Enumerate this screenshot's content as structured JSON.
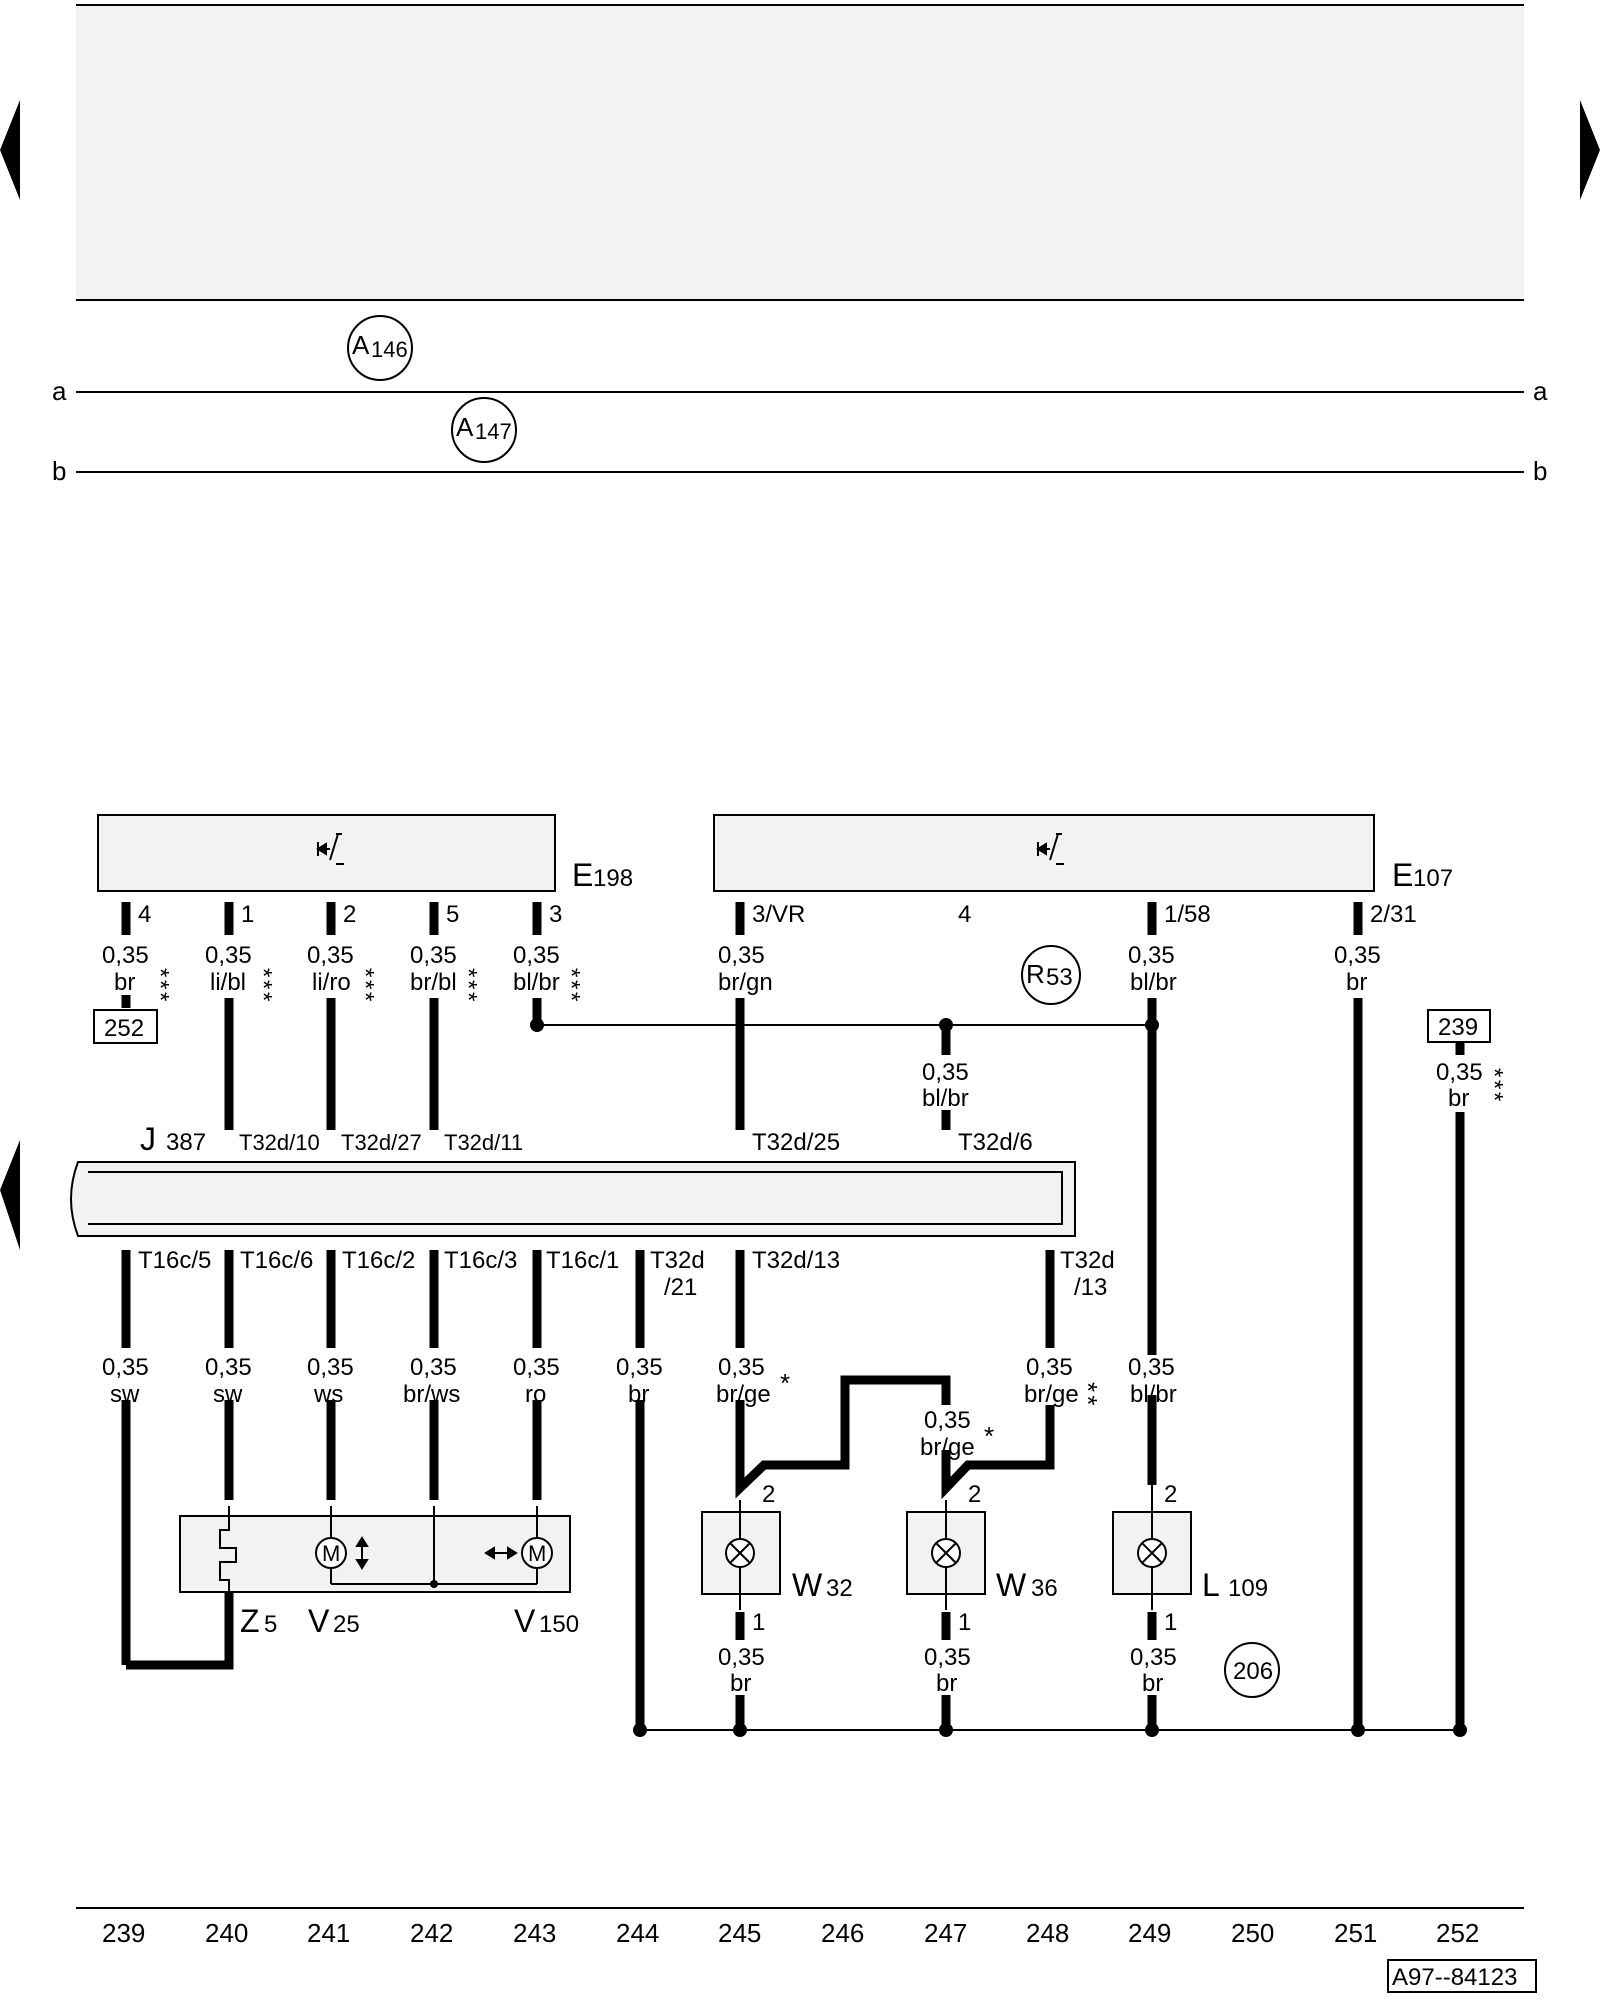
{
  "top_panel": {
    "bus_a_label": "a",
    "bus_b_label": "b",
    "ref_a": "A",
    "ref_a_sub": "146",
    "ref_b": "A",
    "ref_b_sub": "147"
  },
  "switch_e198": {
    "name": "E",
    "sub": "198",
    "pins": [
      "4",
      "1",
      "2",
      "5",
      "3"
    ],
    "wires": [
      {
        "size": "0,35",
        "color": "br",
        "stars": "* * *"
      },
      {
        "size": "0,35",
        "color": "li/bl",
        "stars": "* * *"
      },
      {
        "size": "0,35",
        "color": "li/ro",
        "stars": "* * *"
      },
      {
        "size": "0,35",
        "color": "br/bl",
        "stars": "* * *"
      },
      {
        "size": "0,35",
        "color": "bl/br",
        "stars": "* * *"
      }
    ],
    "ref_252": "252"
  },
  "switch_e107": {
    "name": "E",
    "sub": "107",
    "pins": [
      "3/VR",
      "4",
      "1/58",
      "2/31"
    ],
    "wires": [
      {
        "size": "0,35",
        "color": "br/gn"
      },
      {
        "size": "0,35",
        "color": "bl/br"
      },
      {
        "size": "0,35",
        "color": "br"
      }
    ],
    "ref_r": "R",
    "ref_r_sub": "53",
    "junction_wire": {
      "size": "0,35",
      "color": "bl/br"
    },
    "ref_239": "239",
    "right_wire": {
      "size": "0,35",
      "color": "br",
      "stars": "* * *"
    }
  },
  "module_j387": {
    "name": "J",
    "sub": "387",
    "top_pins": [
      "T32d/10",
      "T32d/27",
      "T32d/11",
      "T32d/25",
      "T32d/6"
    ],
    "bottom_pins": [
      "T16c/5",
      "T16c/6",
      "T16c/2",
      "T16c/3",
      "T16c/1",
      "T32d",
      "/21",
      "T32d/13",
      "T32d",
      "/13"
    ]
  },
  "lower_wires": [
    {
      "size": "0,35",
      "color": "sw"
    },
    {
      "size": "0,35",
      "color": "sw"
    },
    {
      "size": "0,35",
      "color": "ws"
    },
    {
      "size": "0,35",
      "color": "br/ws"
    },
    {
      "size": "0,35",
      "color": "ro"
    },
    {
      "size": "0,35",
      "color": "br"
    },
    {
      "size": "0,35",
      "color": "br/ge",
      "stars": "*"
    },
    {
      "size": "0,35",
      "color": "br/ge",
      "stars": "*"
    },
    {
      "size": "0,35",
      "color": "br/ge",
      "stars": "* *"
    },
    {
      "size": "0,35",
      "color": "bl/br"
    }
  ],
  "mirror_unit": {
    "z5": "Z",
    "z5_sub": "5",
    "v25": "V",
    "v25_sub": "25",
    "v150": "V",
    "v150_sub": "150",
    "motor_label": "M"
  },
  "lamps": [
    {
      "name": "W",
      "sub": "32",
      "pin_top": "2",
      "pin_bottom": "1"
    },
    {
      "name": "W",
      "sub": "36",
      "pin_top": "2",
      "pin_bottom": "1"
    },
    {
      "name": "L",
      "sub": "109",
      "pin_top": "2",
      "pin_bottom": "1"
    }
  ],
  "ground_wires": [
    {
      "size": "0,35",
      "color": "br"
    },
    {
      "size": "0,35",
      "color": "br"
    },
    {
      "size": "0,35",
      "color": "br"
    }
  ],
  "ref_206": "206",
  "footer": {
    "tracks": [
      "239",
      "240",
      "241",
      "242",
      "243",
      "244",
      "245",
      "246",
      "247",
      "248",
      "249",
      "250",
      "251",
      "252"
    ],
    "code": "A97--84123"
  },
  "icons": {
    "left_nav": "triangle-left-icon",
    "right_nav": "triangle-right-icon",
    "switch_symbol": "dimmer-switch-icon",
    "lamp": "bulb-icon",
    "motor": "motor-icon"
  }
}
